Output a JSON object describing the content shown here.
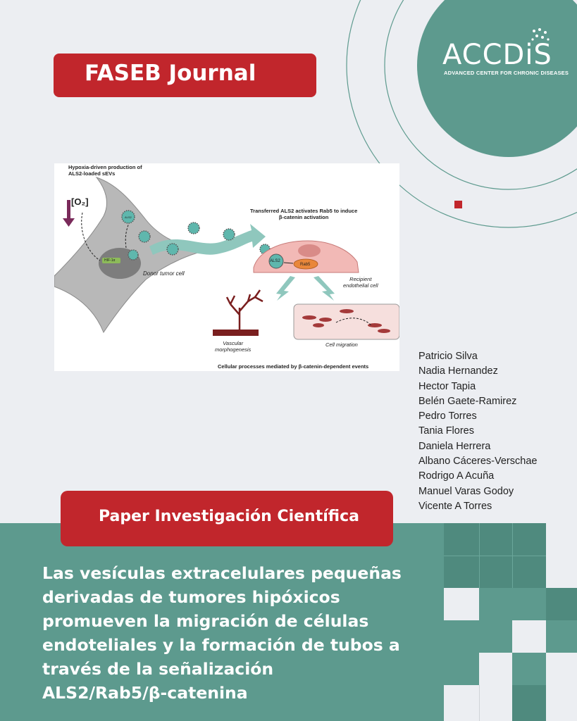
{
  "journal": {
    "label": "FASEB Journal"
  },
  "logo": {
    "name": "ACCDiS",
    "subtitle": "ADVANCED CENTER FOR CHRONIC DISEASES"
  },
  "figure": {
    "title_top": [
      "Hypoxia-driven production of",
      "ALS2-loaded sEVs"
    ],
    "oxygen_label": "[O₂]",
    "hif_label": "HIF-1α",
    "vesicle_label": "ALS2",
    "donor_label": "Donor tumor cell",
    "transfer_title": [
      "Transferred ALS2 activates Rab5 to induce",
      "β-catenin activation"
    ],
    "als2_label": "ALS2",
    "rab5_label": "Rab5",
    "recipient_label": [
      "Recipient",
      "endothelial cell"
    ],
    "vascular_label": [
      "Vascular",
      "morphogenesis"
    ],
    "migration_label": "Cell migration",
    "caption": "Cellular processes mediated by β-catenin-dependent events"
  },
  "authors": [
    "Patricio Silva",
    "Nadia Hernandez",
    "Hector Tapia",
    "Belén Gaete-Ramirez",
    "Pedro Torres",
    "Tania Flores",
    "Daniela Herrera",
    "Albano Cáceres-Verschae",
    "Rodrigo A Acuña",
    "Manuel Varas Godoy",
    "Vicente A Torres"
  ],
  "paper_type": {
    "label": "Paper Investigación Científica"
  },
  "headline": [
    "Las vesículas extracelulares pequeñas",
    "derivadas de tumores hipóxicos",
    "promueven la migración de células",
    "endoteliales y la formación de tubos a",
    "través de la señalización",
    "ALS2/Rab5/β-catenina"
  ],
  "colors": {
    "brand_red": "#c1262c",
    "teal": "#5d9a8e",
    "teal_dark": "#4f8a7e",
    "background": "#eceef2"
  }
}
